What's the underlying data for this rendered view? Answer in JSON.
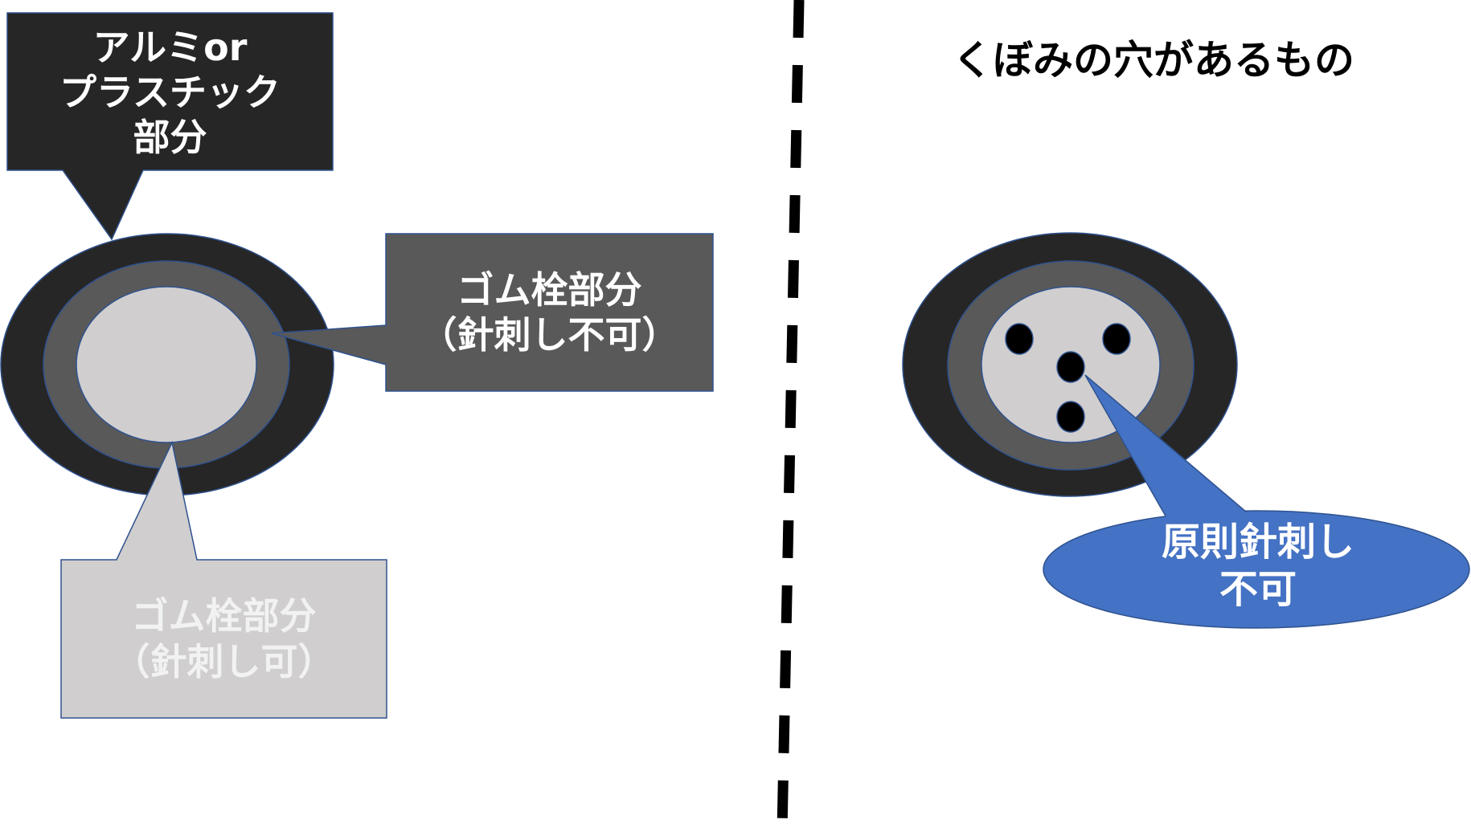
{
  "colors": {
    "outer_ring": "#262626",
    "middle_ring": "#595959",
    "inner_plug": "#D0CECE",
    "outline": "#2F528F",
    "callout_blue": "#4472C4",
    "hole": "#000000"
  },
  "left": {
    "callout_aluminum": {
      "lines": [
        "アルミor",
        "プラスチック",
        "部分"
      ]
    },
    "callout_rubber_no": {
      "lines": [
        "ゴム栓部分",
        "（針刺し不可）"
      ]
    },
    "callout_rubber_ok": {
      "lines": [
        "ゴム栓部分",
        "（針刺し可）"
      ]
    }
  },
  "right": {
    "title": "くぼみの穴があるもの",
    "callout_principle": {
      "lines": [
        "原則針刺し",
        "不可"
      ]
    }
  }
}
